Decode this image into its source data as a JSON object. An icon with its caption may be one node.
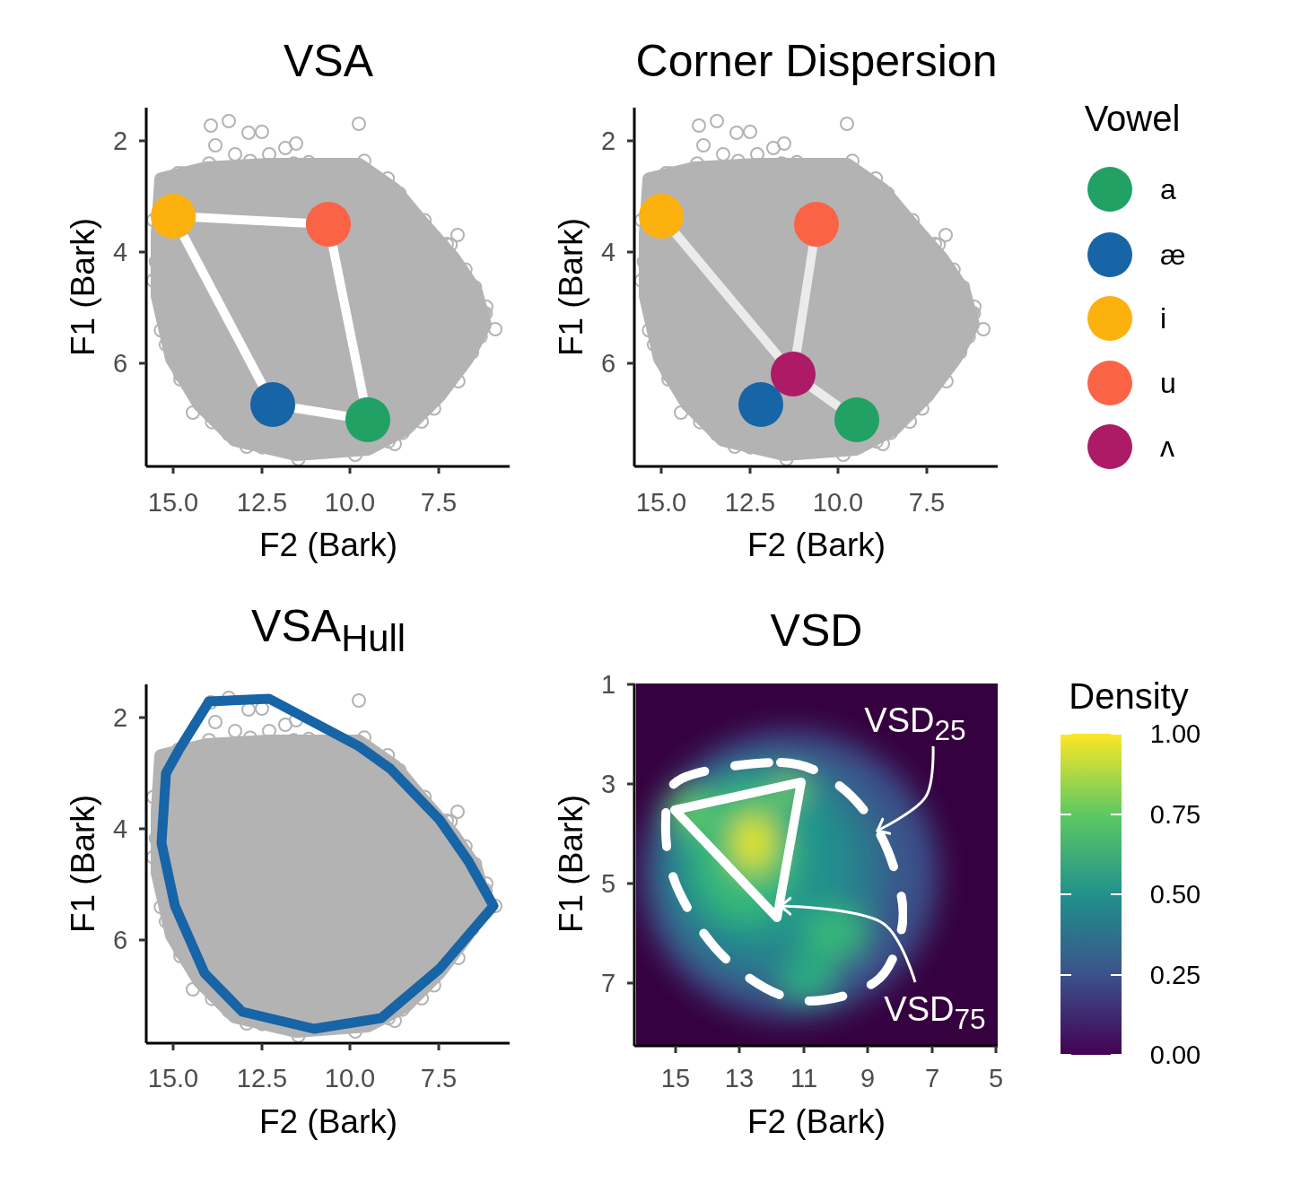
{
  "diagram": {
    "nodes": [
      {
        "text": [],
        "shape": "circle"
      },
      {
        "text": [],
        "shape": "circle"
      },
      {
        "text": [],
        "shape": "circle"
      },
      {
        "text": [],
        "shape": "circle"
      },
      {
        "text": [],
        "shape": "circle"
      },
      {
        "text": [],
        "shape": "circle"
      },
      {
        "text": [],
        "shape": "circle"
      },
      {
        "text": [],
        "shape": "circle"
      },
      {
        "text": [],
        "shape": "circle"
      },
      {
        "text": [
          "VSD$_{25}$"
        ]
      },
      {
        "text": [],
        "shape": "outline"
      },
      {
        "text": [],
        "shape": "triangle",
        "in": 10
      },
      {
        "text": [
          "VSD$_{75}$"
        ]
      }
    ],
    "edges": [
      {
        "from": 0,
        "to": 1,
        "arrow": "none"
      },
      {
        "from": 1,
        "to": 3,
        "arrow": "none"
      },
      {
        "from": 3,
        "to": 2,
        "arrow": "none"
      },
      {
        "from": 2,
        "to": 0,
        "arrow": "none"
      },
      {
        "from": 4,
        "to": 6,
        "arrow": "none",
        "color": "#ebebeb"
      },
      {
        "from": 5,
        "to": 6,
        "arrow": "none",
        "color": "#ebebeb"
      },
      {
        "from": 6,
        "to": 8,
        "arrow": "none",
        "color": "#ebebeb"
      },
      {
        "from": 9,
        "to": 10,
        "arrow": "to"
      },
      {
        "from": 12,
        "to": 11,
        "arrow": "to"
      }
    ],
    "labels": [
      "VSA",
      "Corner Dispersion",
      "Vowel",
      "2",
      "4",
      "6",
      "F1 (Bark)",
      "2",
      "4",
      "6",
      "F1 (Bark)",
      "15.0",
      "12.5",
      "10.0",
      "7.5",
      "15.0",
      "12.5",
      "10.0",
      "7.5",
      "F2 (Bark)",
      "F2 (Bark)",
      "VSA$_{Hull}$",
      "VSD",
      "Density",
      "2",
      "4",
      "6",
      "F1 (Bark)",
      "1",
      "3",
      "5",
      "7",
      "F1 (Bark)",
      "1.00",
      "0.75",
      "0.50",
      "0.25",
      "0.00",
      "15.0",
      "12.5",
      "10.0",
      "7.5",
      "15",
      "13",
      "11",
      "9",
      "7",
      "5",
      "F2 (Bark)",
      "F2 (Bark)"
    ],
    "legend": [
      {
        "text": "a",
        "color": "#21a163"
      },
      {
        "text": "æ",
        "color": "#1764a7"
      },
      {
        "text": "i",
        "color": "#fcb10f"
      },
      {
        "text": "u",
        "color": "#fb6347"
      },
      {
        "text": "ʌ",
        "color": "#ad1a66"
      }
    ]
  }
}
